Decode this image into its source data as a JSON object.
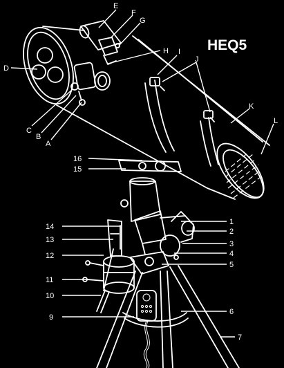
{
  "title": "HEQ5",
  "labels": {
    "A": "A",
    "B": "B",
    "C": "C",
    "D": "D",
    "E": "E",
    "F": "F",
    "G": "G",
    "H": "H",
    "I": "I",
    "J": "J",
    "K": "K",
    "L": "L",
    "n1": "1",
    "n2": "2",
    "n3": "3",
    "n4": "4",
    "n5": "5",
    "n6": "6",
    "n7": "7",
    "n9": "9",
    "n10": "10",
    "n11": "11",
    "n12": "12",
    "n13": "13",
    "n14": "14",
    "n15": "15",
    "n16": "16"
  },
  "colors": {
    "background": "#000000",
    "line": "#ffffff"
  }
}
